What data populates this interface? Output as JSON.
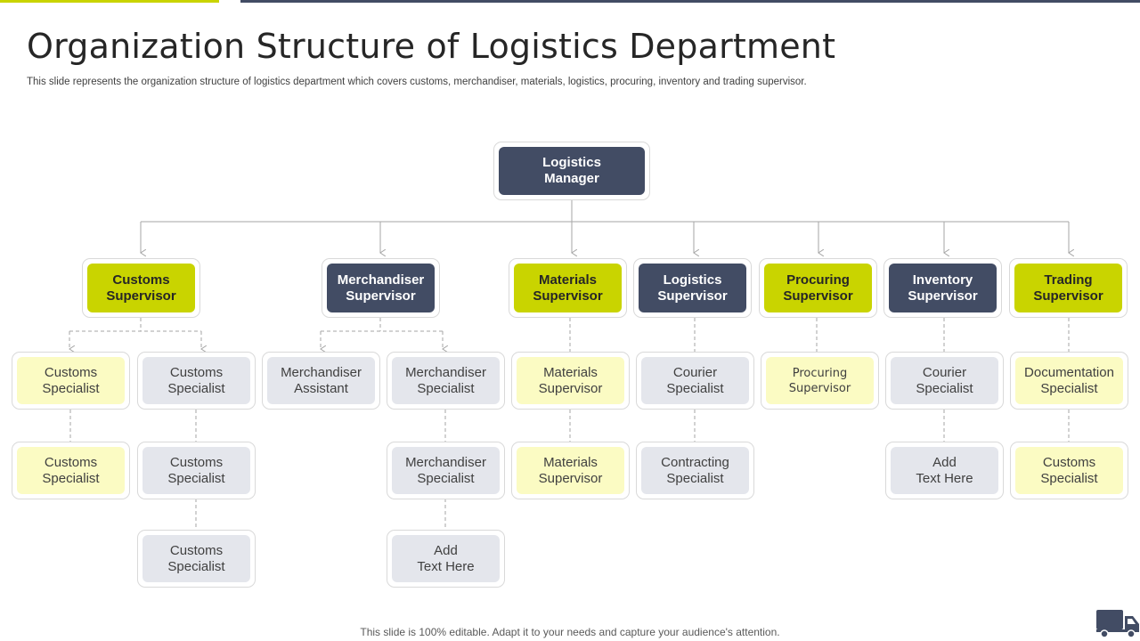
{
  "title": "Organization Structure of Logistics Department",
  "subtitle": "This slide represents the organization structure of logistics department which covers customs, merchandiser, materials, logistics, procuring, inventory and trading supervisor.",
  "footer": "This slide is 100% editable. Adapt it to your needs and capture your audience's attention.",
  "colors": {
    "navy": "#424c64",
    "lime": "#c9d400",
    "light_gray": "#e4e6ec",
    "light_yellow": "#fbfbc3"
  },
  "manager": {
    "label": "Logistics\nManager"
  },
  "supervisors": [
    {
      "label": "Customs\nSupervisor"
    },
    {
      "label": "Merchandiser\nSupervisor"
    },
    {
      "label": "Materials\nSupervisor"
    },
    {
      "label": "Logistics\nSupervisor"
    },
    {
      "label": "Procuring\nSupervisor"
    },
    {
      "label": "Inventory\nSupervisor"
    },
    {
      "label": "Trading\nSupervisor"
    }
  ],
  "columns": [
    [
      "Customs\nSpecialist",
      "Customs\nSpecialist"
    ],
    [
      "Customs\nSpecialist",
      "Customs\nSpecialist",
      "Customs\nSpecialist"
    ],
    [
      "Merchandiser\nAssistant"
    ],
    [
      "Merchandiser\nSpecialist",
      "Merchandiser\nSpecialist",
      "Add\nText Here"
    ],
    [
      "Materials\nSupervisor",
      "Materials\nSupervisor"
    ],
    [
      "Courier\nSpecialist",
      "Contracting\nSpecialist"
    ],
    [
      "Procuring\nSupervisor"
    ],
    [
      "Courier\nSpecialist",
      "Add\nText Here"
    ],
    [
      "Documentation\nSpecialist",
      "Customs\nSpecialist"
    ]
  ],
  "icons": {
    "truck": "truck-icon"
  }
}
